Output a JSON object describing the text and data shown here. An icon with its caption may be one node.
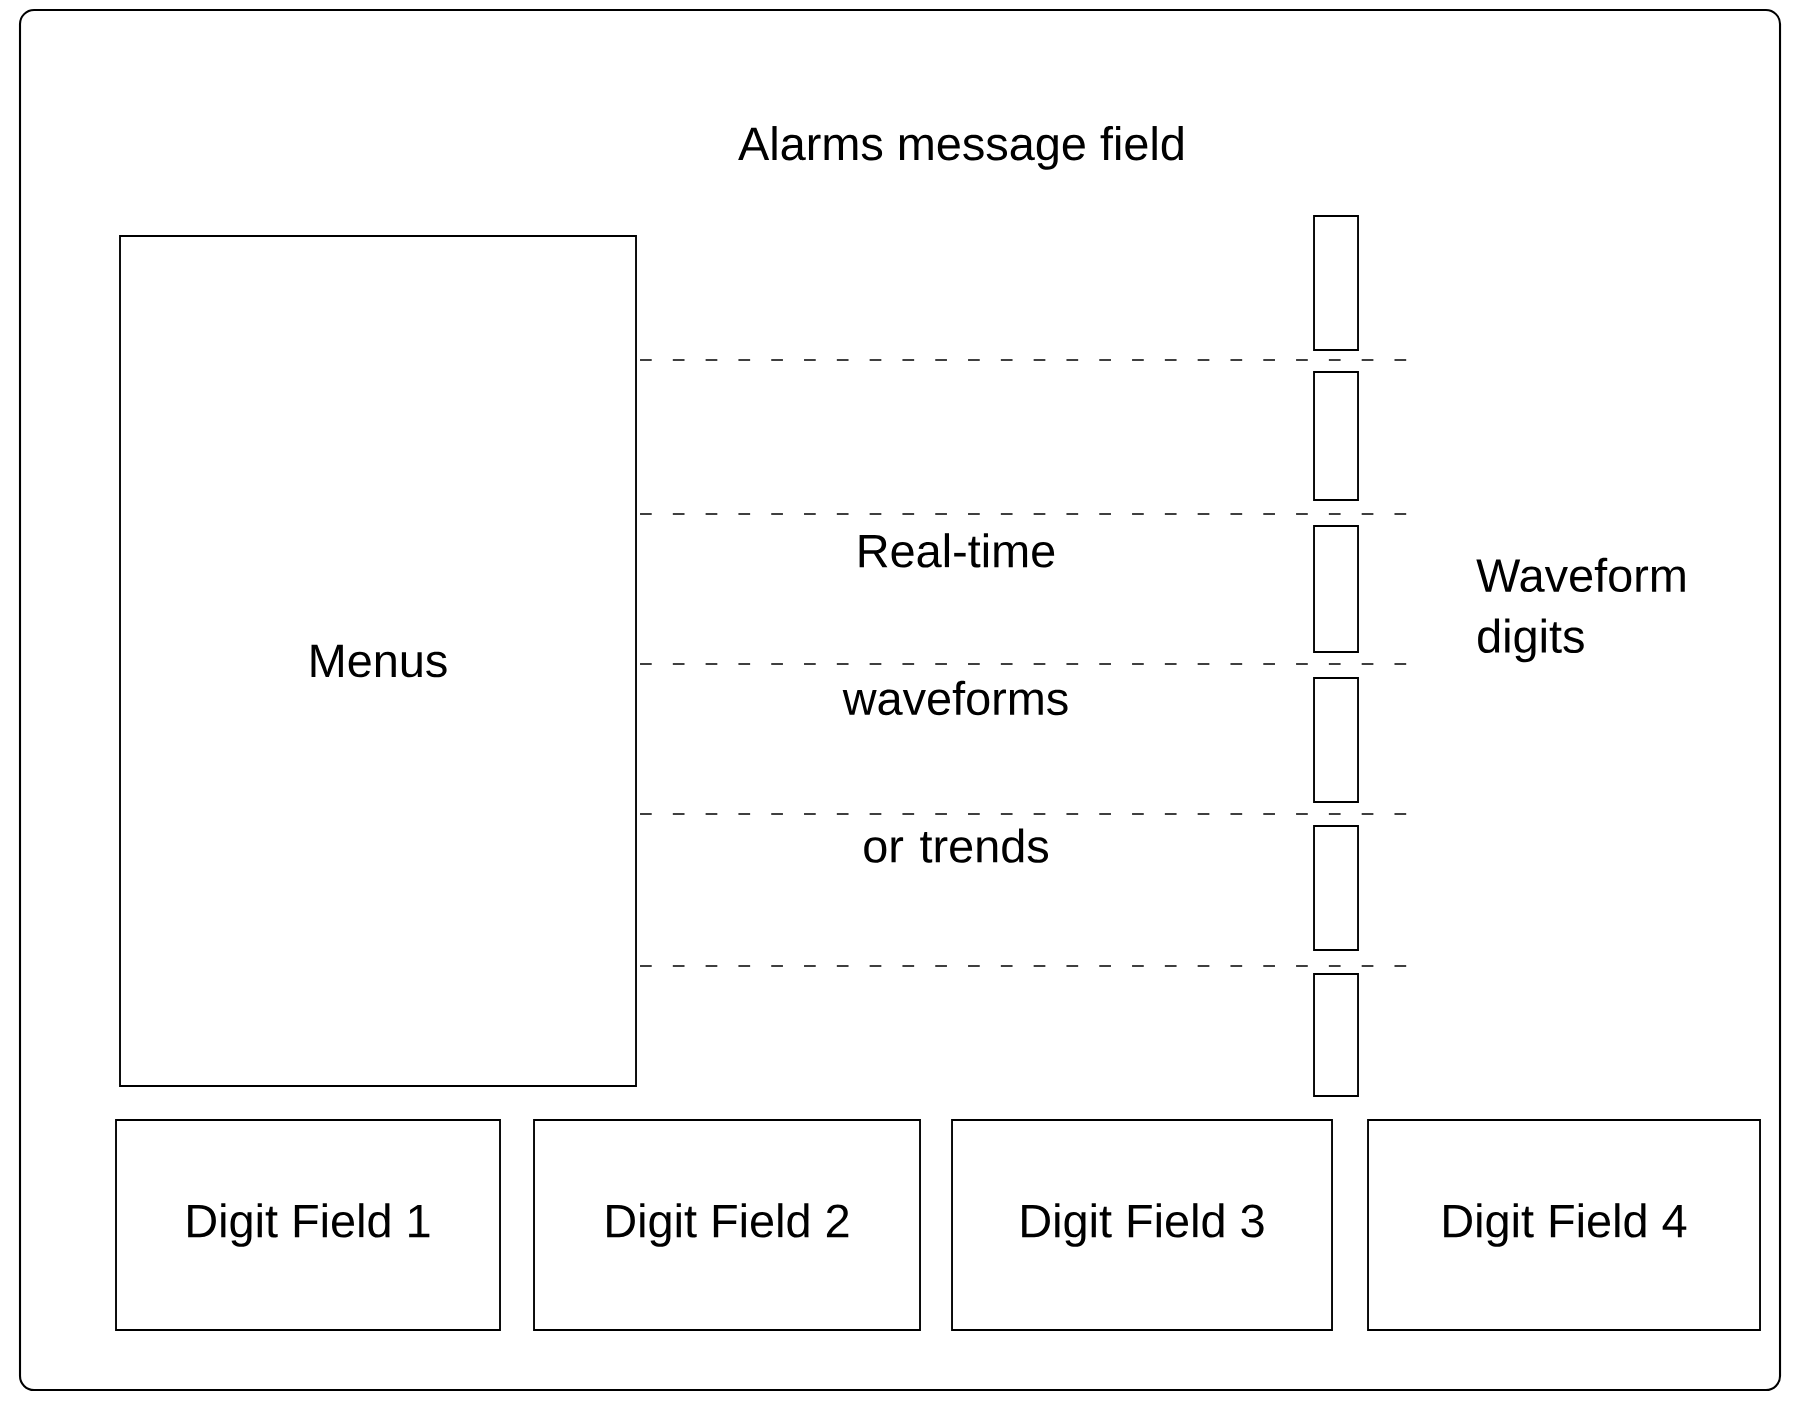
{
  "diagram": {
    "nodes": [
      {
        "text": [
          "Alarms message field"
        ]
      },
      {
        "text": [
          "Menus"
        ],
        "in": 0
      },
      {
        "text": [],
        "shape": "bar",
        "in": 0
      },
      {
        "text": [],
        "shape": "bar",
        "in": 0
      },
      {
        "text": [],
        "shape": "bar",
        "in": 0
      },
      {
        "text": [],
        "shape": "bar",
        "in": 0
      },
      {
        "text": [],
        "shape": "bar",
        "in": 0
      },
      {
        "text": [],
        "shape": "bar",
        "in": 0
      },
      {
        "text": [
          "Digit Field 1"
        ],
        "in": 0
      },
      {
        "text": [
          "Digit Field 2"
        ],
        "in": 0
      },
      {
        "text": [
          "Digit Field 3"
        ],
        "in": 0
      },
      {
        "text": [
          "Digit Field 4"
        ],
        "in": 0
      }
    ],
    "labels": [
      "Real-time waveforms or trends",
      "Waveform digits"
    ]
  }
}
